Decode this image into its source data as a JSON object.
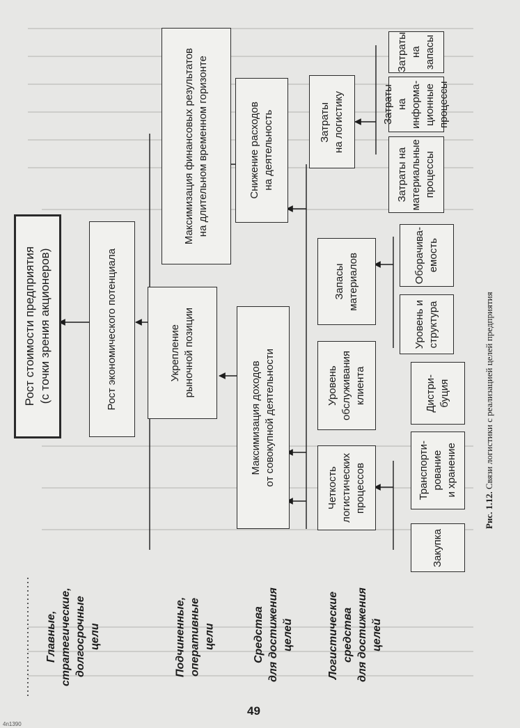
{
  "levels": {
    "main_goals": "Главные,\nстратегические,\nдолгосрочные\nцели",
    "sub_goals": "Подчиненные,\nоперативные\nцели",
    "means": "Средства\nдля достижения\nцелей",
    "logistic_means": "Логистические\nсредства\nдля достижения\nцелей"
  },
  "nodes": {
    "company_value": "Рост стоимости предприятия\n(с точки зрения акционеров)",
    "economic_potential": "Рост экономического потенциала",
    "market_position": "Укрепление\nрыночной позиции",
    "max_financial": "Максимизация финансовых результатов\nна длительном временном горизонте",
    "max_income": "Максимизация доходов\nот совокупной деятельности",
    "cost_reduction": "Снижение расходов\nна деятельность",
    "process_precision": "Четкость\nлогистических\nпроцессов",
    "service_level": "Уровень\nобслуживания\nклиента",
    "material_stocks": "Запасы\nматериалов",
    "logistics_costs": "Затраты\nна логистику",
    "purchasing": "Закупка",
    "transport_storage": "Транспорти-\nрование\nи хранение",
    "distribution": "Дистри-\nбуция",
    "level_structure": "Уровень и\nструктура",
    "turnover": "Оборачива-\nемость",
    "material_process_costs": "Затраты на\nматериальные\nпроцессы",
    "info_process_costs": "Затраты на\nинформа-\nционные\nпроцессы",
    "stock_costs": "Затраты\nна\nзапасы"
  },
  "caption": {
    "label": "Рис. 1.12.",
    "text": "Связи логистики с реализацией целей предприятия"
  },
  "page_number": "49",
  "corner_mark": "4n1390"
}
